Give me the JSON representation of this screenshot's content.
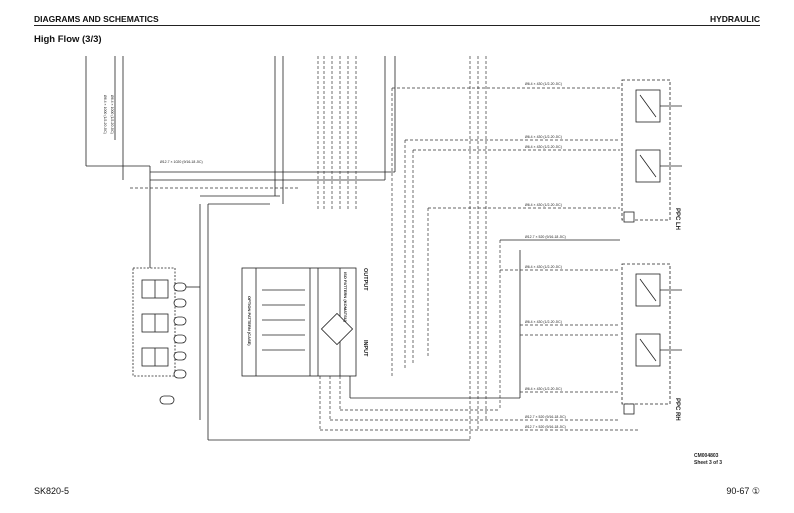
{
  "header": {
    "section": "DIAGRAMS AND SCHEMATICS",
    "category": "HYDRAULIC"
  },
  "page_title": "High Flow (3/3)",
  "footer": {
    "model": "SK820-5",
    "page": "90-67 ①"
  },
  "drawing": {
    "id": "CM004803",
    "sheet": "Sheet 3 of 3",
    "block_output": "OUTPUT",
    "block_input": "INPUT",
    "iso_pattern_label": "ISO PATTERN (KOMATSU)",
    "option_pattern_label": "OPTION PATTERN (CASE)",
    "ppc_lh": "PPC LH",
    "ppc_rh": "PPC RH",
    "hose_label_a": "Ø6.4 × 430 (1/2-20 JIC)",
    "hose_label_b": "Ø12.7 × 1020 (9/16-18 JIC)",
    "hose_label_c": "Ø6.4 × 1000 (1/2-20 JIC)",
    "hose_label_d": "Ø12.7 × 520 (9/16-18 JIC)"
  },
  "colors": {
    "line": "#222222",
    "paper": "#ffffff"
  }
}
